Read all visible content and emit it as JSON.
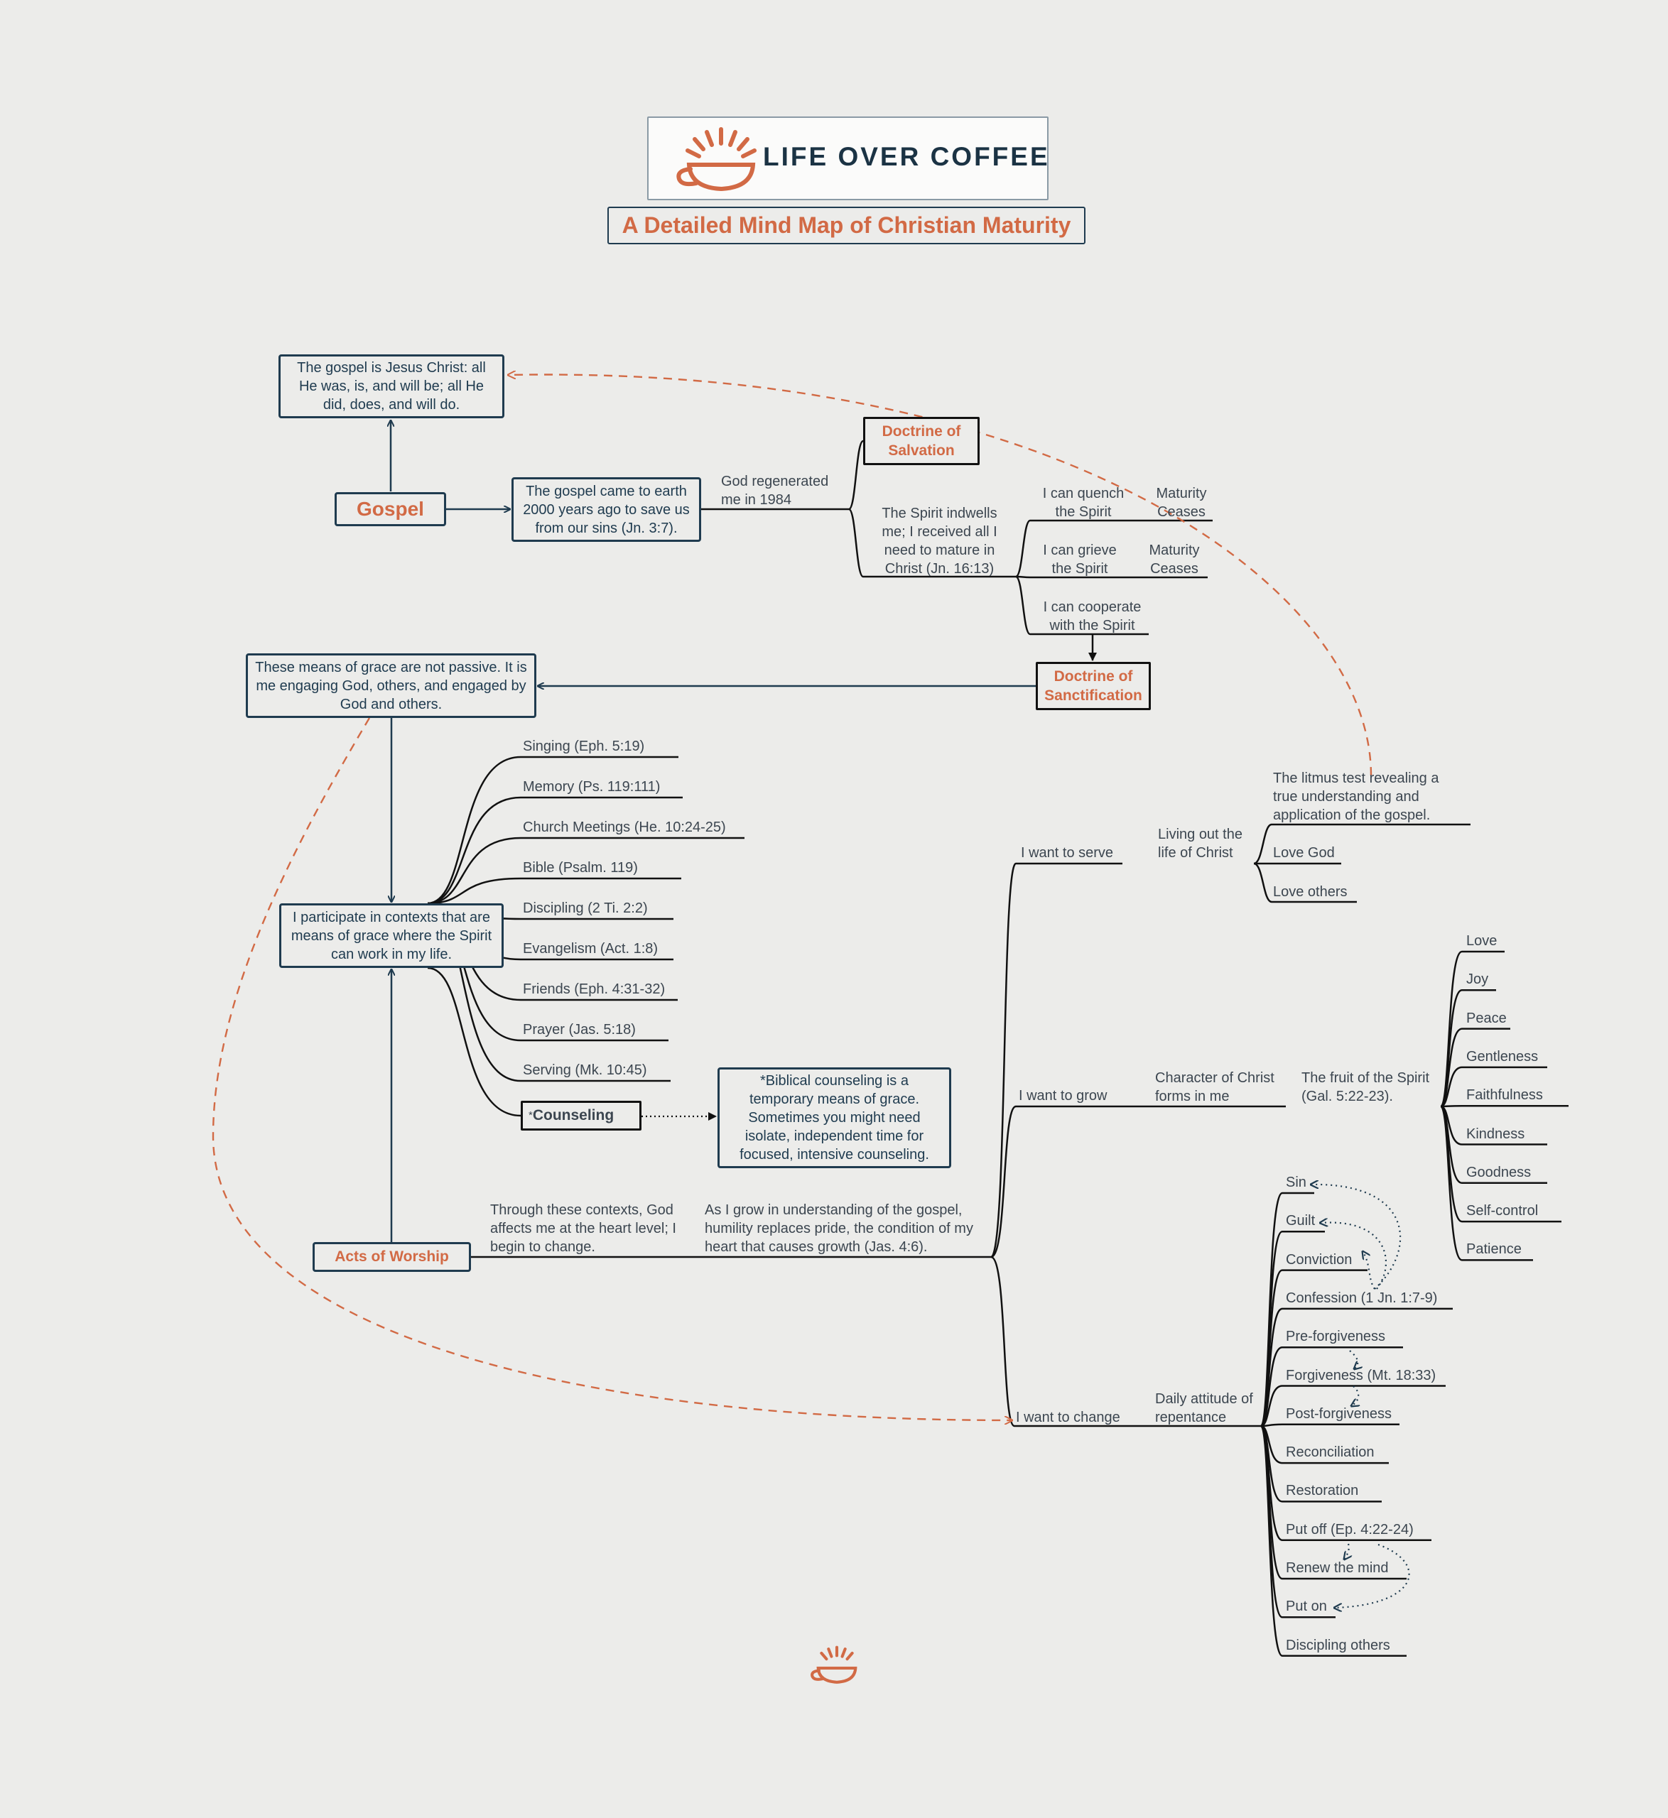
{
  "header": {
    "brand": "LIFE OVER COFFEE",
    "subtitle": "A Detailed Mind Map of Christian Maturity"
  },
  "colors": {
    "navy": "#1f3b4f",
    "orange": "#d26a45",
    "text": "#3c4650",
    "background": "#ececea"
  },
  "icons": {
    "logo": "coffee-cup-sunrise-icon"
  },
  "nodes": {
    "gospel": "Gospel",
    "gospel_definition": "The gospel is Jesus Christ: all He was, is, and will be; all He did, does, and will do.",
    "gospel_came": "The gospel came to earth 2000 years ago to save us from our sins (Jn. 3:7).",
    "god_regenerated": "God regenerated me in 1984",
    "doctrine_salvation": "Doctrine of Salvation",
    "spirit_indwells": "The Spirit indwells me; I received all I need to mature in Christ (Jn. 16:13)",
    "quench": "I can quench the Spirit",
    "grieve": "I can grieve the Spirit",
    "cooperate": "I can cooperate with the Spirit",
    "maturity_ceases_1": "Maturity Ceases",
    "maturity_ceases_2": "Maturity Ceases",
    "doctrine_sanctification": "Doctrine of Sanctification",
    "means_not_passive": "These means of grace are not passive. It is me engaging God, others, and engaged by God and others.",
    "participate": "I participate in contexts that are means of grace where the Spirit can work in my life.",
    "acts_of_worship": "Acts of Worship",
    "through_contexts": "Through these contexts, God affects me at the heart level; I begin to change.",
    "as_i_grow": "As I grow in understanding of the gospel, humility replaces pride, the condition of my heart that causes growth (Jas. 4:6).",
    "counseling_label": "Counseling",
    "counseling_asterisk": "*",
    "counseling_note": "*Biblical counseling is a temporary means of grace. Sometimes you might need isolate, independent time for focused, intensive counseling.",
    "want_serve": "I want to serve",
    "living_out": "Living out the life of Christ",
    "litmus": "The litmus test revealing a true understanding and application of the gospel.",
    "love_god": "Love God",
    "love_others": "Love others",
    "want_grow": "I want to grow",
    "character": "Character of Christ forms in me",
    "fruit": "The fruit of the Spirit (Gal. 5:22-23).",
    "want_change": "I want to change",
    "daily_attitude": "Daily attitude of repentance"
  },
  "means_of_grace": [
    "Singing (Eph. 5:19)",
    "Memory (Ps. 119:111)",
    "Church Meetings (He. 10:24-25)",
    "Bible (Psalm. 119)",
    "Discipling (2 Ti. 2:2)",
    "Evangelism (Act. 1:8)",
    "Friends (Eph. 4:31-32)",
    "Prayer (Jas. 5:18)",
    "Serving (Mk. 10:45)"
  ],
  "fruit_of_spirit": [
    "Love",
    "Joy",
    "Peace",
    "Gentleness",
    "Faithfulness",
    "Kindness",
    "Goodness",
    "Self-control",
    "Patience"
  ],
  "repentance_steps": [
    "Sin",
    "Guilt",
    "Conviction",
    "Confession (1 Jn. 1:7-9)",
    "Pre-forgiveness",
    "Forgiveness (Mt. 18:33)",
    "Post-forgiveness",
    "Reconciliation",
    "Restoration",
    "Put off (Ep. 4:22-24)",
    "Renew the mind",
    "Put on",
    "Discipling others"
  ]
}
